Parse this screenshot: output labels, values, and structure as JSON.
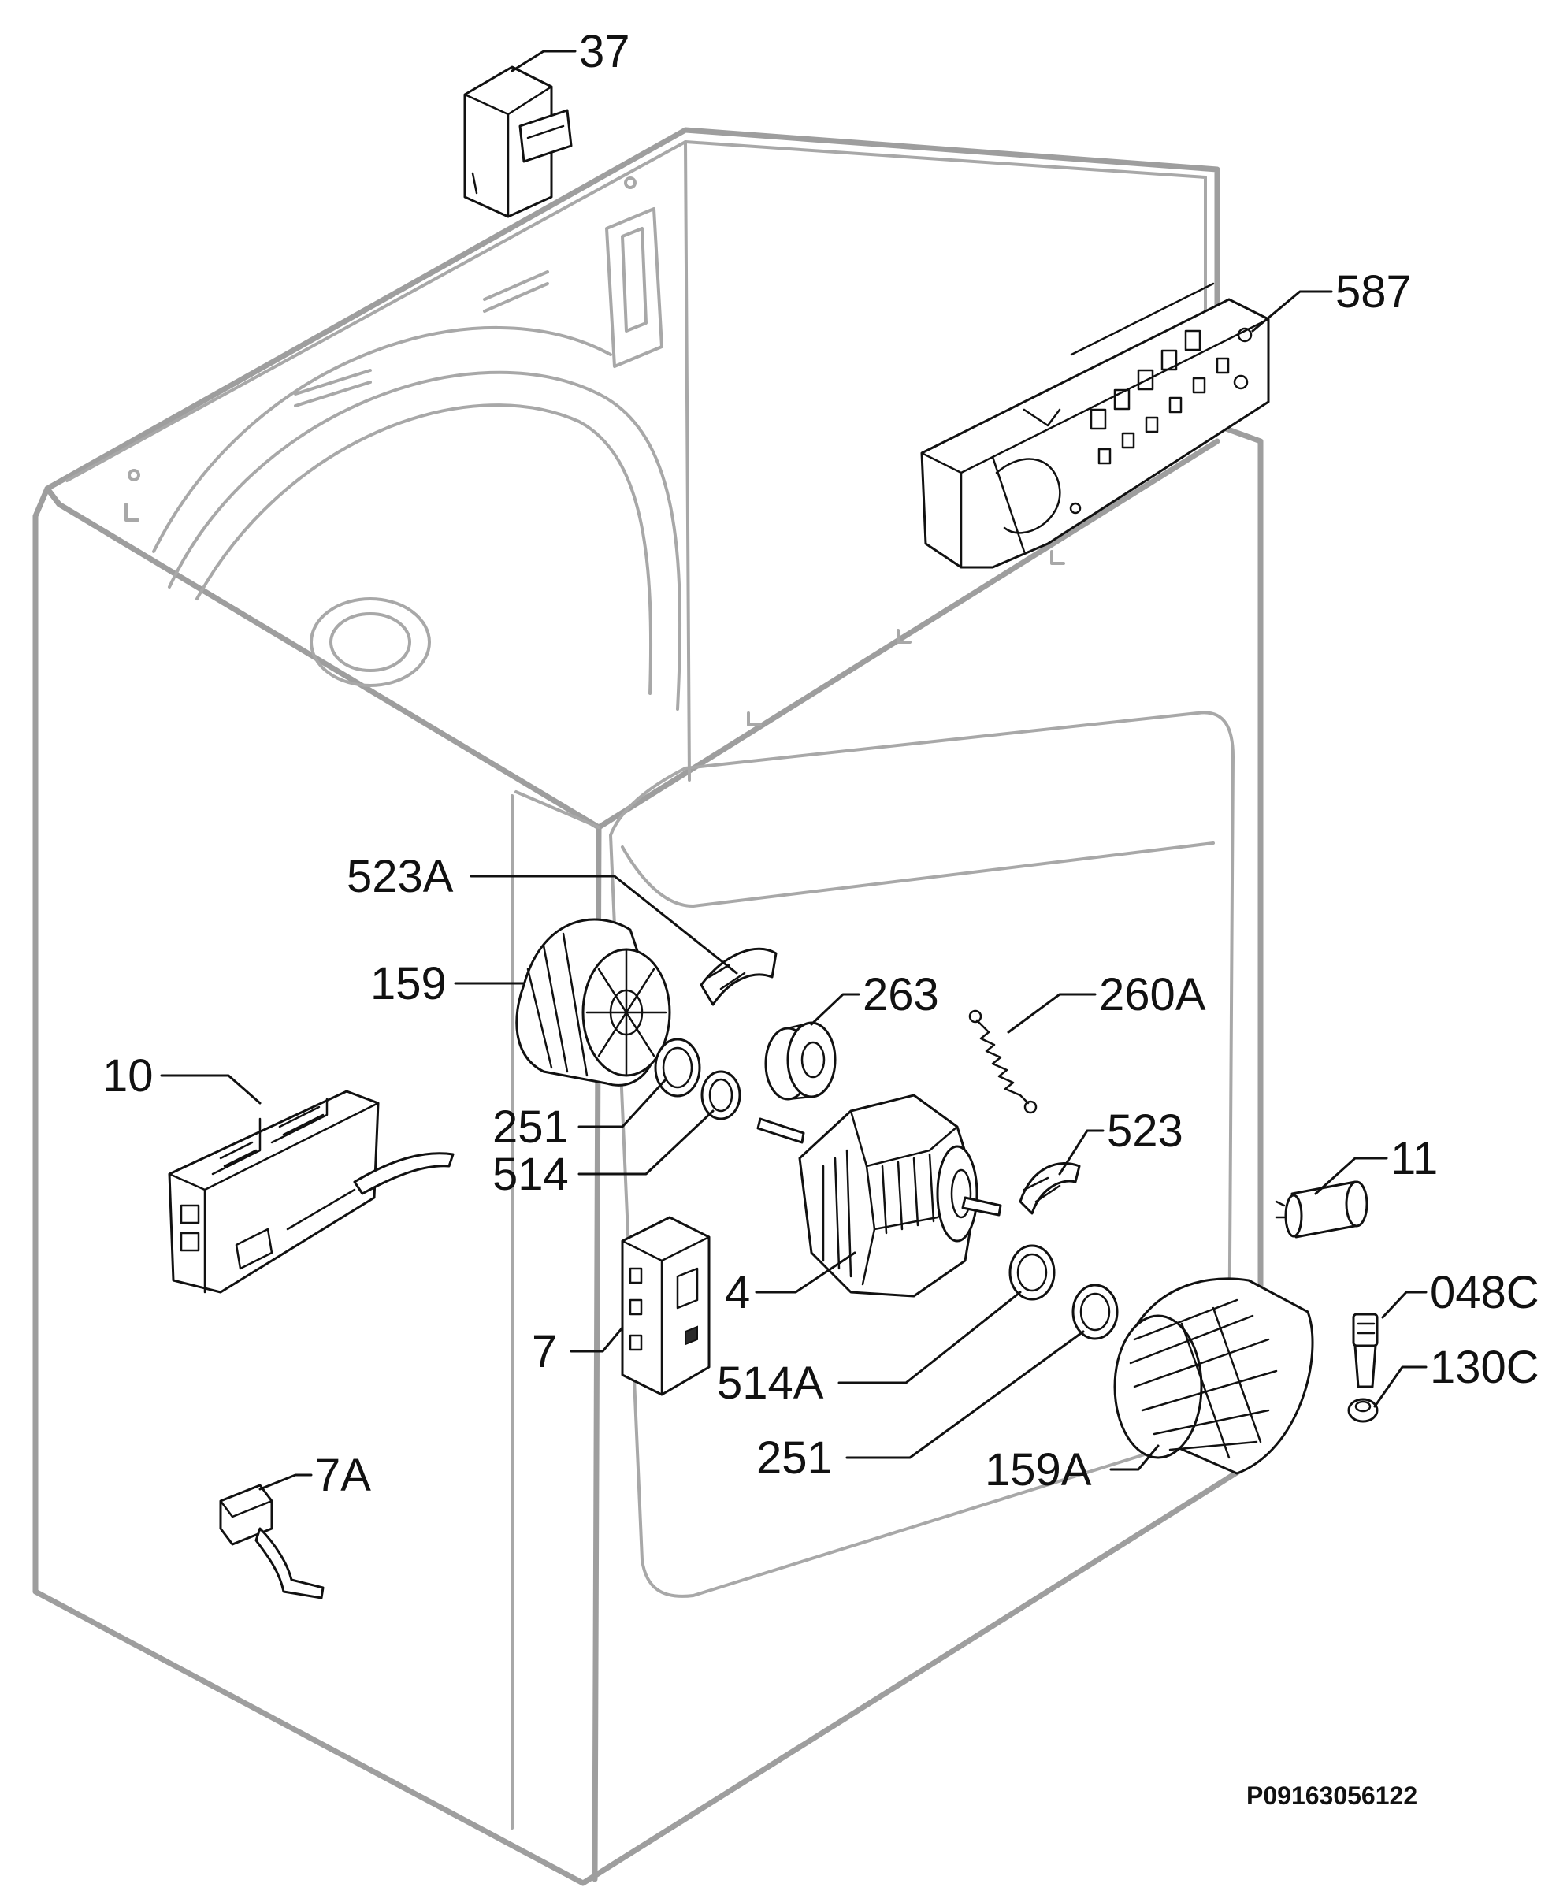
{
  "callouts": {
    "p37": "37",
    "p587": "587",
    "p523a": "523A",
    "p159": "159",
    "p263": "263",
    "p260a": "260A",
    "p10": "10",
    "p251_top": "251",
    "p514": "514",
    "p523": "523",
    "p11": "11",
    "p4": "4",
    "p048c": "048C",
    "p7": "7",
    "p514a": "514A",
    "p130c": "130C",
    "p251_bottom": "251",
    "p159a": "159A",
    "p7a": "7A"
  },
  "reference_code": "P09163056122"
}
